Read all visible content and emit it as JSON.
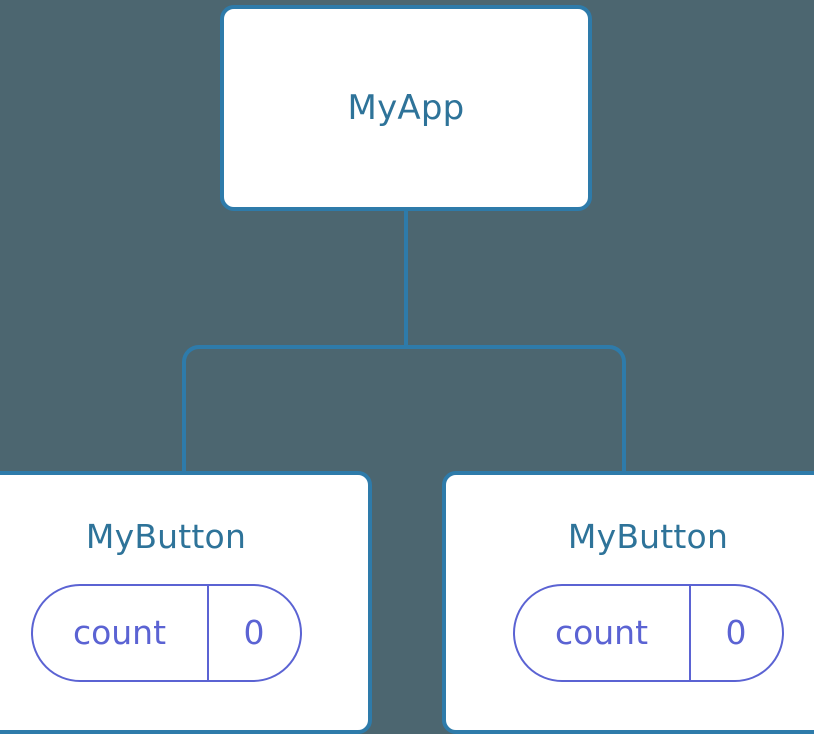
{
  "diagram": {
    "type": "component-tree",
    "background_color": "#4c6670",
    "node_border_color": "#2e7baa",
    "node_fill_color": "#ffffff",
    "node_label_color": "#2e7399",
    "state_pill_color": "#5b63d3",
    "connector_color": "#2e7baa",
    "root": {
      "id": "myapp",
      "label": "MyApp"
    },
    "children": [
      {
        "id": "mybutton-left",
        "label": "MyButton",
        "state": {
          "key": "count",
          "value": "0"
        }
      },
      {
        "id": "mybutton-right",
        "label": "MyButton",
        "state": {
          "key": "count",
          "value": "0"
        }
      }
    ]
  }
}
